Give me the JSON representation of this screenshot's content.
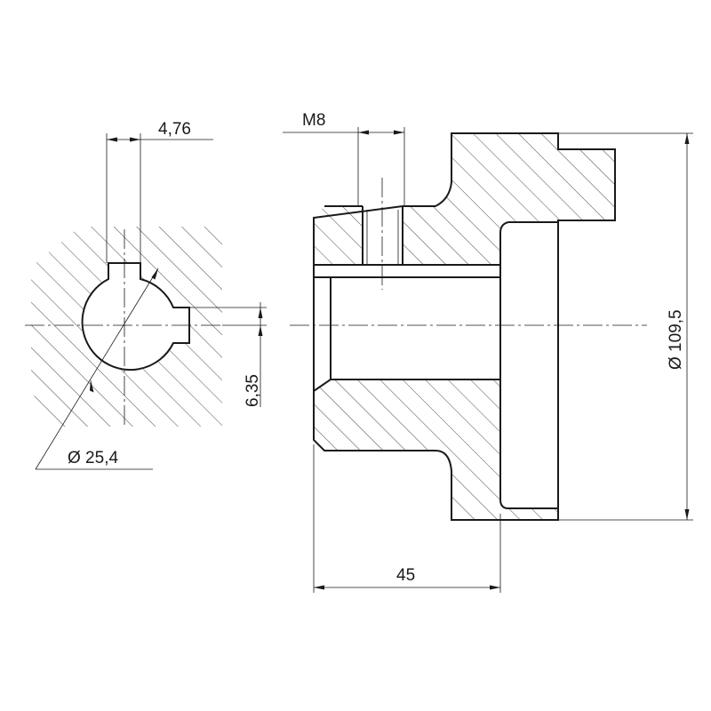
{
  "dimensions": {
    "key_width": "4,76",
    "key_depth": "6,35",
    "bore_diameter": "Ø 25,4",
    "thread": "M8",
    "length": "45",
    "outer_diameter": "Ø 109,5"
  }
}
